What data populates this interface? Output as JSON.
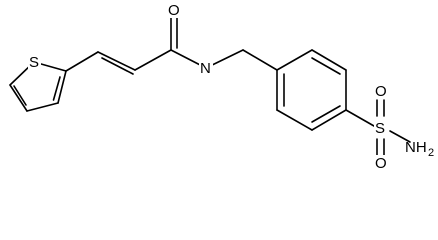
{
  "molecule": {
    "atoms": {
      "s_thiophene": "S",
      "o_amide": "O",
      "n_amide": "N",
      "s_sulfonyl": "S",
      "o_sulfonyl_top": "O",
      "o_sulfonyl_bottom": "O",
      "n_amine_main": "NH",
      "n_amine_sub": "2"
    },
    "colors": {
      "bond": "#000000",
      "label": "#000000",
      "background": "#ffffff"
    }
  }
}
